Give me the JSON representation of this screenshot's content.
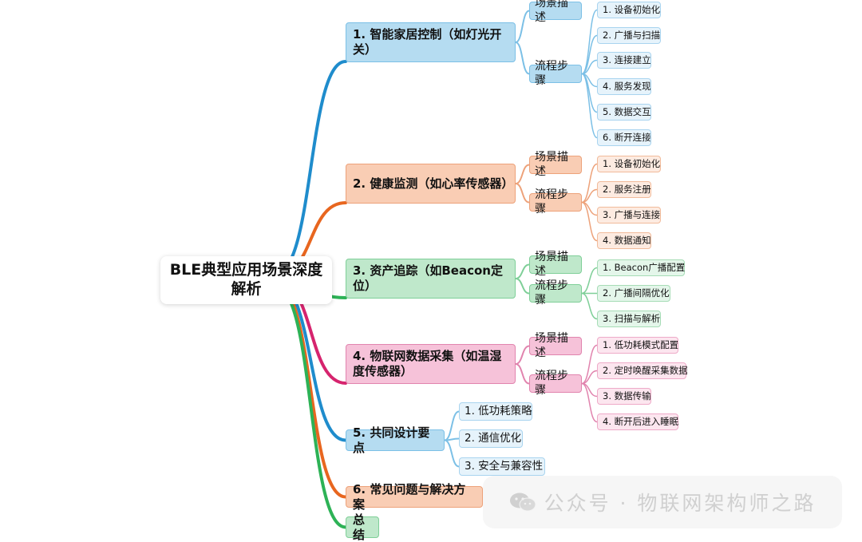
{
  "root": {
    "title": "BLE典型应用场景深度解析"
  },
  "branches": [
    {
      "label": "1. 智能家居控制（如灯光开关）",
      "color": "#1f8ccc",
      "scene_label": "场景描述",
      "steps_label": "流程步骤",
      "steps": [
        "1. 设备初始化",
        "2. 广播与扫描",
        "3. 连接建立",
        "4. 服务发现",
        "5. 数据交互",
        "6. 断开连接"
      ]
    },
    {
      "label": "2. 健康监测（如心率传感器）",
      "color": "#e8661f",
      "scene_label": "场景描述",
      "steps_label": "流程步骤",
      "steps": [
        "1. 设备初始化",
        "2. 服务注册",
        "3. 广播与连接",
        "4. 数据通知"
      ]
    },
    {
      "label": "3. 资产追踪（如Beacon定位）",
      "color": "#2db256",
      "scene_label": "场景描述",
      "steps_label": "流程步骤",
      "steps": [
        "1. Beacon广播配置",
        "2. 广播间隔优化",
        "3. 扫描与解析"
      ]
    },
    {
      "label": "4. 物联网数据采集（如温湿度传感器）",
      "color": "#d6246e",
      "scene_label": "场景描述",
      "steps_label": "流程步骤",
      "steps": [
        "1. 低功耗模式配置",
        "2. 定时唤醒采集数据",
        "3. 数据传输",
        "4. 断开后进入睡眠"
      ]
    },
    {
      "label": "5. 共同设计要点",
      "color": "#1f8ccc",
      "items": [
        "1. 低功耗策略",
        "2. 通信优化",
        "3. 安全与兼容性"
      ]
    },
    {
      "label": "6. 常见问题与解决方案",
      "color": "#e8661f"
    },
    {
      "label": "总结",
      "color": "#2db256"
    }
  ],
  "watermark": {
    "text": "公众号 · 物联网架构师之路"
  }
}
